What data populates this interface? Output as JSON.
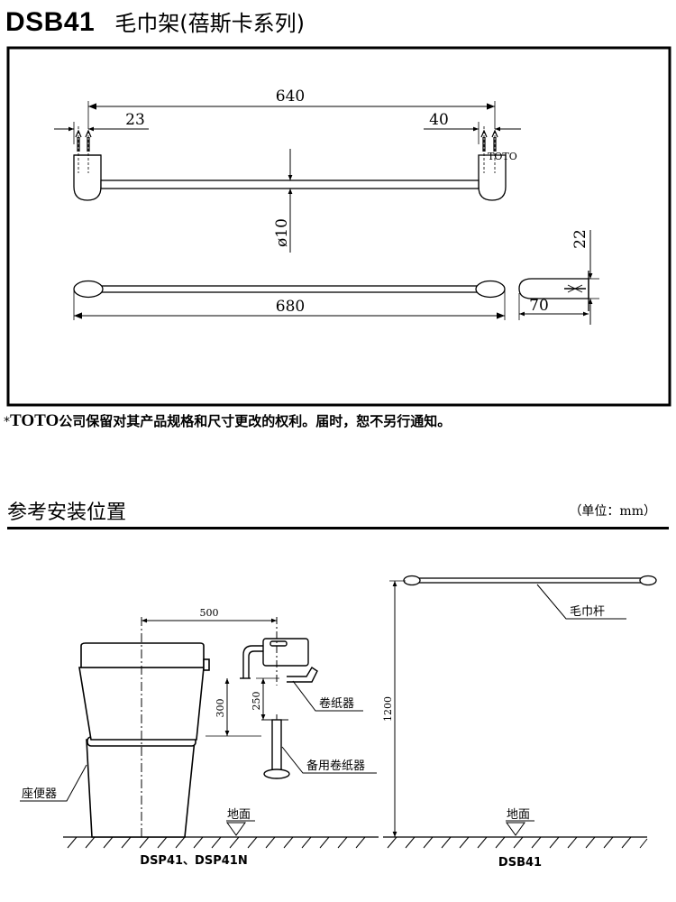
{
  "header": {
    "model": "DSB41",
    "name": "毛巾架(蓓斯卡系列)"
  },
  "drawing": {
    "dim_overall_width": "640",
    "dim_left_offset": "23",
    "dim_right_offset": "40",
    "dim_bar_diameter": "ø10",
    "dim_bar_length": "680",
    "dim_height": "22",
    "dim_depth": "70",
    "brand_mark": "TOTO"
  },
  "notice": {
    "star": "*",
    "brand": "TOTO",
    "text": "公司保留对其产品规格和尺寸更改的权利。届时，恕不另行通知。"
  },
  "section": {
    "title": "参考安装位置",
    "unit": "（单位：mm）"
  },
  "install": {
    "dim_500": "500",
    "dim_300": "300",
    "dim_250": "250",
    "dim_1200": "1200",
    "label_towel_bar": "毛巾杆",
    "label_paper_holder": "卷纸器",
    "label_spare_holder": "备用卷纸器",
    "label_toilet": "座便器",
    "label_floor_left": "地面",
    "label_floor_right": "地面",
    "caption_left": "DSP41、DSP41N",
    "caption_right": "DSB41"
  }
}
